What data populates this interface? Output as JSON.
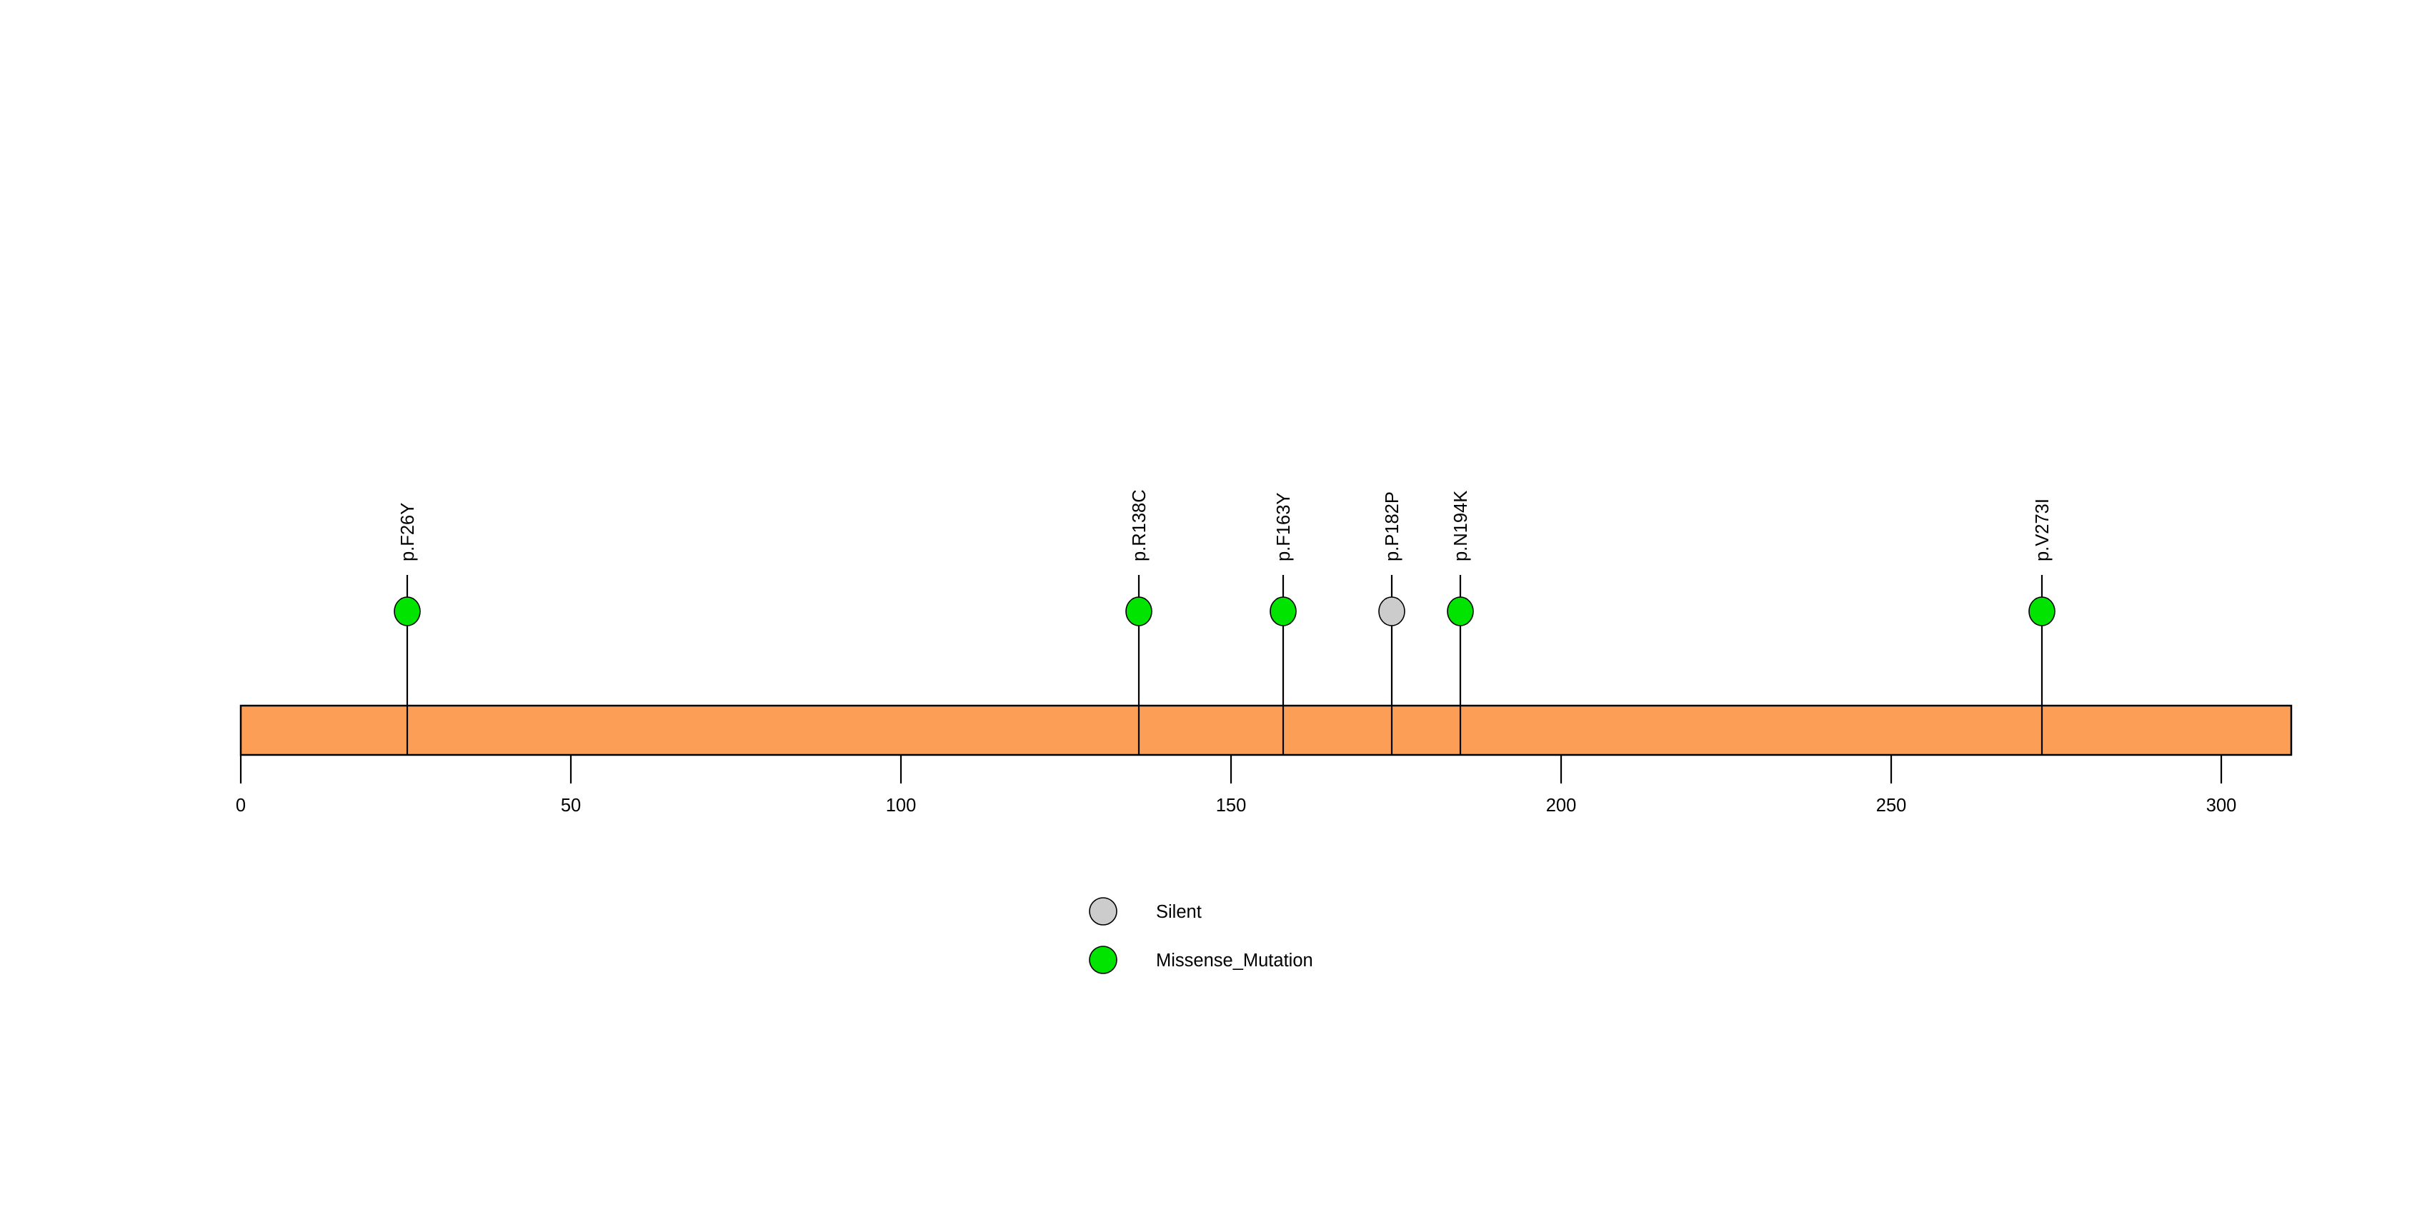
{
  "chart_data": {
    "type": "scatter",
    "title": "",
    "subtitle": "",
    "xlabel": "",
    "ylabel": "",
    "xlim": [
      0,
      310.6
    ],
    "grid": false,
    "protein": {
      "length": 310.6,
      "track_color": "#FC9E55",
      "track_border_color": "#000000"
    },
    "axis": {
      "ticks": [
        0,
        50,
        100,
        150,
        200,
        250,
        300
      ],
      "tick_labels": [
        "0",
        "50",
        "100",
        "150",
        "200",
        "250",
        "300"
      ]
    },
    "categories": [
      "p.F26Y",
      "p.R138C",
      "p.F163Y",
      "p.P182P",
      "p.N194K",
      "p.V273I"
    ],
    "x": [
      26,
      138,
      163,
      182,
      194,
      273
    ],
    "values": [
      1,
      1,
      1,
      1,
      1,
      1
    ],
    "series": [
      {
        "name": "Silent",
        "color": "#CCCCCC",
        "points": [
          {
            "label": "p.P182P",
            "position": 182,
            "count": 1
          }
        ]
      },
      {
        "name": "Missense_Mutation",
        "color": "#00E400",
        "points": [
          {
            "label": "p.F26Y",
            "position": 26,
            "count": 1
          },
          {
            "label": "p.R138C",
            "position": 138,
            "count": 1
          },
          {
            "label": "p.F163Y",
            "position": 163,
            "count": 1
          },
          {
            "label": "p.N194K",
            "position": 194,
            "count": 1
          },
          {
            "label": "p.V273I",
            "position": 273,
            "count": 1
          }
        ]
      }
    ],
    "lollipops": [
      {
        "label": "p.F26Y",
        "position": 26,
        "type": "Missense_Mutation",
        "color": "#00E400",
        "px": 570
      },
      {
        "label": "p.R138C",
        "position": 138,
        "type": "Missense_Mutation",
        "color": "#00E400",
        "px": 1594
      },
      {
        "label": "p.F163Y",
        "position": 163,
        "type": "Missense_Mutation",
        "color": "#00E400",
        "px": 1796
      },
      {
        "label": "p.P182P",
        "position": 182,
        "type": "Silent",
        "color": "#CCCCCC",
        "px": 1948
      },
      {
        "label": "p.N194K",
        "position": 194,
        "type": "Missense_Mutation",
        "color": "#00E400",
        "px": 2044
      },
      {
        "label": "p.V273I",
        "position": 273,
        "type": "Missense_Mutation",
        "color": "#00E400",
        "px": 2858
      }
    ],
    "legend": {
      "position": "bottom",
      "entries": [
        {
          "label": "Silent",
          "color": "#CCCCCC"
        },
        {
          "label": "Missense_Mutation",
          "color": "#00E400"
        }
      ]
    }
  }
}
